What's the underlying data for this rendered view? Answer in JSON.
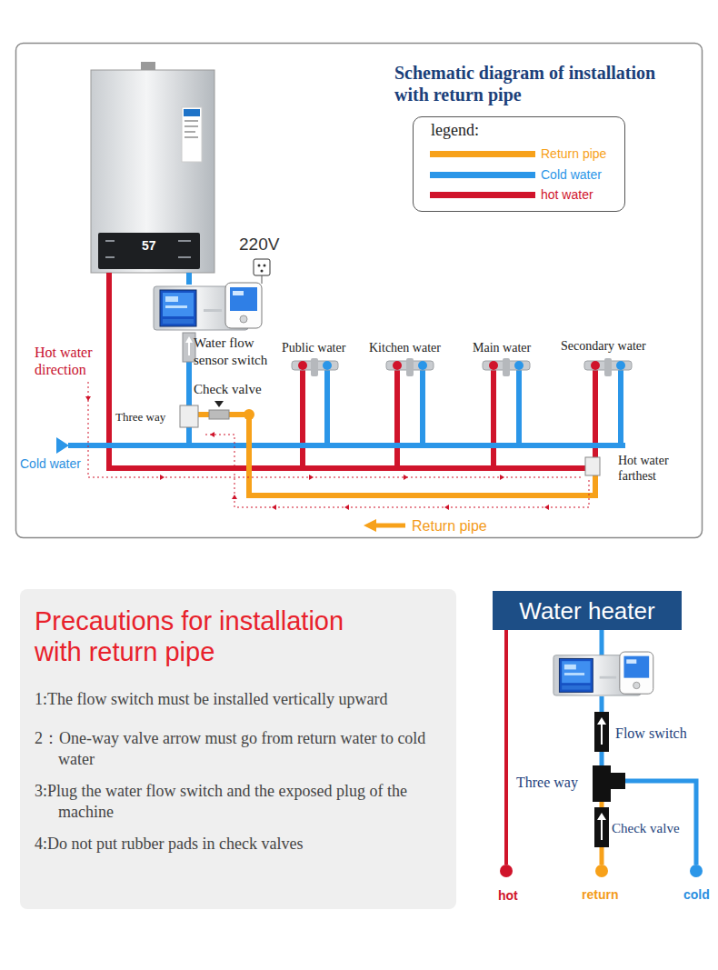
{
  "diagram": {
    "title": "Schematic diagram of installation with return pipe",
    "nodes": [
      {
        "text": [
          "legend:"
        ]
      },
      {
        "text": [
          "Precautions for installation with return pipe",
          "1:The flow switch must be installed vertically upward",
          "2：One-way valve arrow must go from return water to cold water",
          "3:Plug the water flow switch and the exposed plug of the machine",
          "4:Do not put rubber pads in check valves"
        ]
      },
      {
        "text": [
          "Water heater"
        ]
      }
    ],
    "labels": [
      "57",
      "220V",
      "Water flow sensor switch",
      "Public water",
      "Kitchen water",
      "Main water",
      "Secondary water",
      "Hot water direction",
      "Check valve",
      "Three way",
      "Cold water",
      "Hot water farthest",
      "Return pipe",
      "Flow switch",
      "Three way",
      "Check valve",
      "hot",
      "return",
      "cold"
    ],
    "legend": [
      {
        "text": "Return pipe",
        "color": "#f7a11a"
      },
      {
        "text": "Cold water",
        "color": "#2b96e8"
      },
      {
        "text": "hot water",
        "color": "#d0142b"
      }
    ]
  }
}
